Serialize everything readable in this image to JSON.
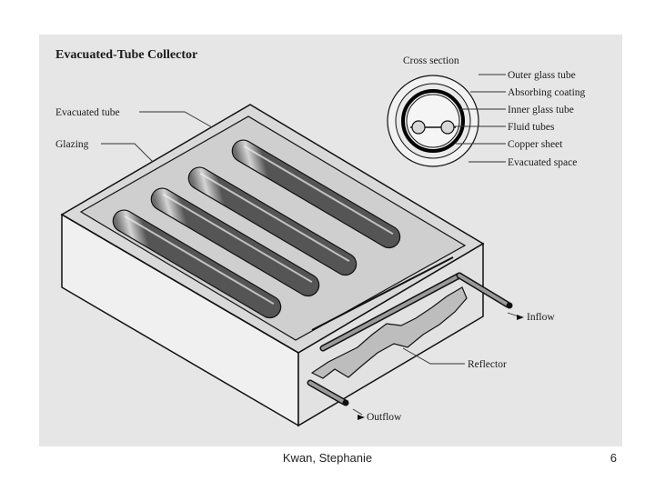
{
  "figure": {
    "title": "Evacuated-Tube Collector",
    "labels": {
      "evacuated_tube": "Evacuated tube",
      "glazing": "Glazing",
      "reflector": "Reflector",
      "inflow": "Inflow",
      "outflow": "Outflow"
    },
    "cross_section": {
      "title": "Cross section",
      "parts": [
        "Outer glass tube",
        "Absorbing coating",
        "Inner glass tube",
        "Fluid tubes",
        "Copper sheet",
        "Evacuated space"
      ]
    }
  },
  "footer": {
    "author": "Kwan, Stephanie",
    "page_number": "6"
  }
}
